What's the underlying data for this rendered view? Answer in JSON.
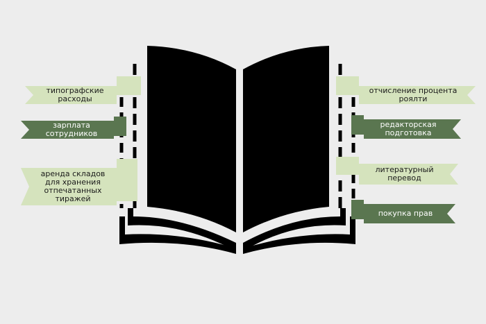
{
  "colors": {
    "background": "#ededed",
    "book": "#000000",
    "ribbon_light": "#d5e3bd",
    "ribbon_light_fold": "#bccd9f",
    "ribbon_dark": "#5a7650",
    "ribbon_dark_fold": "#435a3c"
  },
  "icons": [
    "open-book-icon"
  ],
  "left_items": [
    {
      "id": "printing",
      "lines": [
        "типографские",
        "расходы"
      ],
      "style": "light"
    },
    {
      "id": "salary",
      "lines": [
        "зарплата",
        "сотрудников"
      ],
      "style": "dark"
    },
    {
      "id": "warehouse",
      "lines": [
        "аренда складов",
        "для хранения",
        "отпечатанных",
        "тиражей"
      ],
      "style": "light"
    }
  ],
  "right_items": [
    {
      "id": "royalty",
      "lines": [
        "отчисление процента",
        "роялти"
      ],
      "style": "light"
    },
    {
      "id": "editing",
      "lines": [
        "редакторская",
        "подготовка"
      ],
      "style": "dark"
    },
    {
      "id": "translation",
      "lines": [
        "литературный",
        "перевод"
      ],
      "style": "light"
    },
    {
      "id": "rights",
      "lines": [
        "покупка прав"
      ],
      "style": "dark"
    }
  ]
}
